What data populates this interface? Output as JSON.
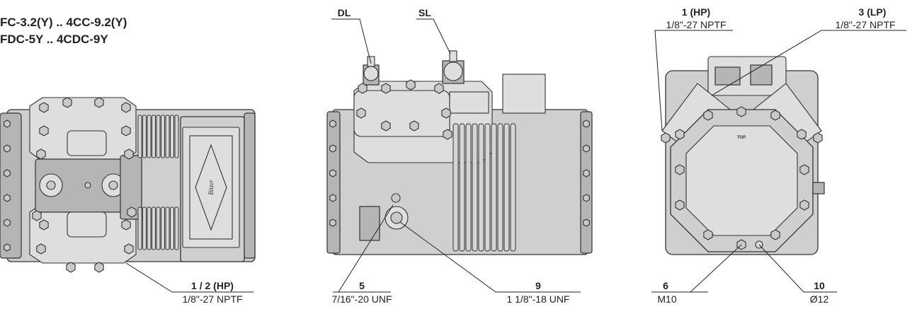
{
  "title": {
    "line1": "FC-3.2(Y) .. 4CC-9.2(Y)",
    "line2": "FDC-5Y .. 4CDC-9Y"
  },
  "callouts": {
    "left_hp": {
      "number": "1 / 2 (HP)",
      "thread": "1/8\"-27 NPTF"
    },
    "dl": {
      "label": "DL"
    },
    "sl": {
      "label": "SL"
    },
    "c5": {
      "number": "5",
      "thread": "7/16\"-20 UNF"
    },
    "c9": {
      "number": "9",
      "thread": "1 1/8\"-18 UNF"
    },
    "hp1": {
      "number": "1 (HP)",
      "thread": "1/8\"-27 NPTF"
    },
    "lp3": {
      "number": "3 (LP)",
      "thread": "1/8\"-27 NPTF"
    },
    "c6": {
      "number": "6",
      "thread": "M10"
    },
    "c10": {
      "number": "10",
      "thread": "Ø12"
    }
  },
  "top_marking": "TOP",
  "nameplate_text": "Bitzer"
}
